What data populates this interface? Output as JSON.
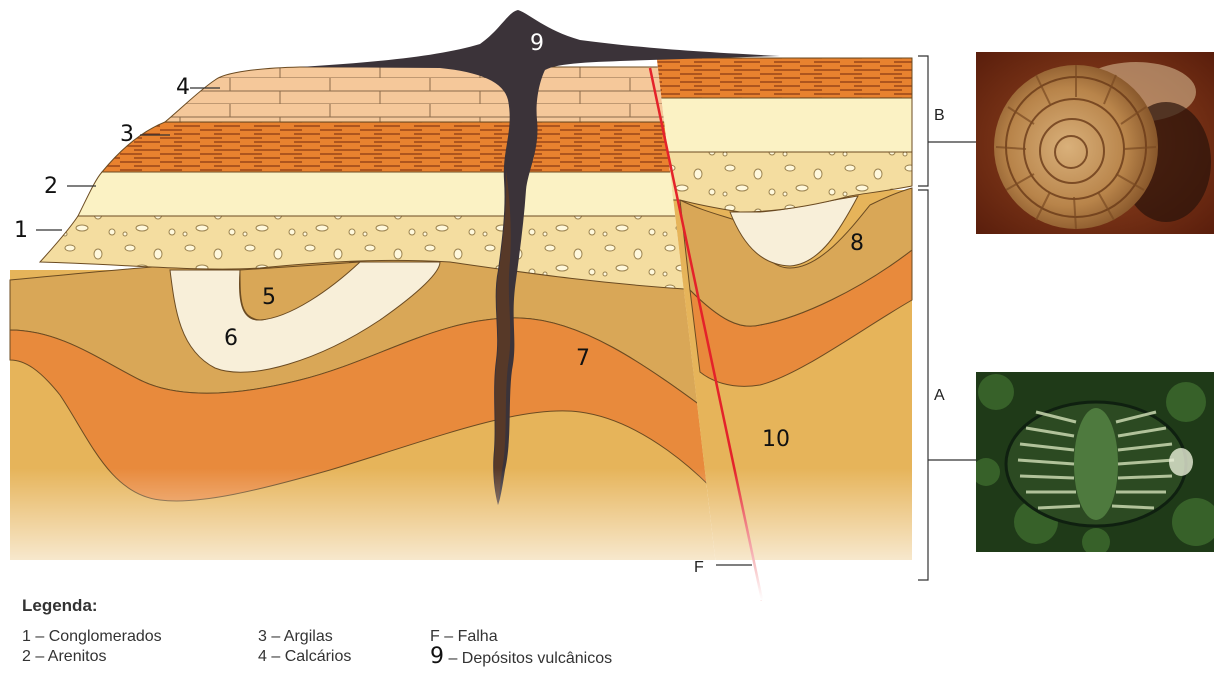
{
  "layer_numbers": {
    "n1": "1",
    "n2": "2",
    "n3": "3",
    "n4": "4",
    "n5": "5",
    "n6": "6",
    "n7": "7",
    "n8": "8",
    "n9": "9",
    "n10": "10"
  },
  "side_labels": {
    "a": "A",
    "b": "B",
    "fault": "F"
  },
  "legend": {
    "title": "Legenda:",
    "items": [
      {
        "text": "1 – Conglomerados"
      },
      {
        "text": "2 – Arenitos"
      },
      {
        "text": "3 – Argilas"
      },
      {
        "text": "4 – Calcários"
      },
      {
        "text": "F – Falha"
      },
      {
        "num": "9",
        "text": " – Depósitos vulcânicos"
      }
    ]
  },
  "colors": {
    "limestone": "#f5c89a",
    "clay": "#e8822f",
    "sandstone": "#fbf2c4",
    "conglomerate": "#f4dda0",
    "base": "#e6b45a",
    "fold_band": "#e88a3c",
    "light_layer": "#f8efd9",
    "volcanic": "#3b3339",
    "fault": "#e4222a"
  },
  "fossils": {
    "top": "ammonite-fossil",
    "bottom": "trilobite-fossil"
  }
}
